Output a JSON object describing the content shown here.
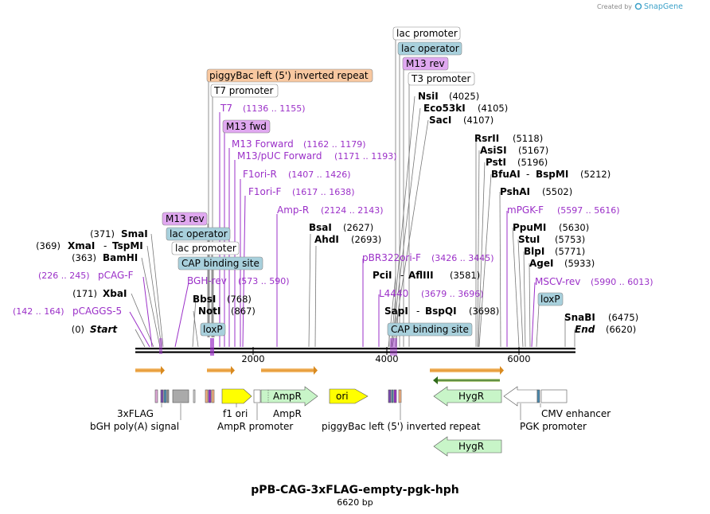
{
  "brand": {
    "created_by": "Created by",
    "name": "SnapGene"
  },
  "plasmid": {
    "name": "pPB-CAG-3xFLAG-empty-pgk-hph",
    "size": "6620 bp"
  },
  "scale": [
    "2000",
    "4000",
    "6000"
  ],
  "boxed_labels": {
    "left": {
      "piggybac": "piggyBac left (5') inverted repeat",
      "t7promoter": "T7 promoter",
      "m13fwd": "M13 fwd",
      "m13rev": "M13 rev",
      "lacop": "lac operator",
      "lacprom": "lac promoter",
      "cap": "CAP binding site",
      "loxp": "loxP"
    },
    "mid": {
      "lacprom": "lac promoter",
      "lacop": "lac operator",
      "m13rev": "M13 rev",
      "t3prom": "T3 promoter",
      "cap": "CAP binding site"
    },
    "right": {
      "loxp": "loxP"
    }
  },
  "primers": {
    "t7": {
      "name": "T7",
      "range": "(1136 .. 1155)"
    },
    "m13forward": {
      "name": "M13 Forward",
      "range": "(1162 .. 1179)"
    },
    "m13puc": {
      "name": "M13/pUC Forward",
      "range": "(1171 .. 1193)"
    },
    "f1orir": {
      "name": "F1ori-R",
      "range": "(1407 .. 1426)"
    },
    "f1orif": {
      "name": "F1ori-F",
      "range": "(1617 .. 1638)"
    },
    "ampr": {
      "name": "Amp-R",
      "range": "(2124 .. 2143)"
    },
    "pcagf": {
      "name": "pCAG-F",
      "range": "(226 .. 245)"
    },
    "bghrev": {
      "name": "BGH-rev",
      "range": "(573 .. 590)"
    },
    "pcaggs5": {
      "name": "pCAGGS-5",
      "range": "(142 .. 164)"
    },
    "pbr322": {
      "name": "pBR322ori-F",
      "range": "(3426 .. 3445)"
    },
    "l4440": {
      "name": "L4440",
      "range": "(3679 .. 3696)"
    },
    "mpgkf": {
      "name": "mPGK-F",
      "range": "(5597 .. 5616)"
    },
    "mscvrev": {
      "name": "MSCV-rev",
      "range": "(5990 .. 6013)"
    }
  },
  "enzymes": {
    "smai": {
      "name": "SmaI",
      "pos": "(371)"
    },
    "xmai": {
      "name": "XmaI",
      "name2": "TspMI",
      "pos": "(369)"
    },
    "bamhi": {
      "name": "BamHI",
      "pos": "(363)"
    },
    "xbai": {
      "name": "XbaI",
      "pos": "(171)"
    },
    "start": {
      "name": "Start",
      "pos": "(0)"
    },
    "bbsi": {
      "name": "BbsI",
      "pos": "(768)"
    },
    "noti": {
      "name": "NotI",
      "pos": "(867)"
    },
    "bsai": {
      "name": "BsaI",
      "pos": "(2627)"
    },
    "ahdi": {
      "name": "AhdI",
      "pos": "(2693)"
    },
    "nsii": {
      "name": "NsiI",
      "pos": "(4025)"
    },
    "eco53ki": {
      "name": "Eco53kI",
      "pos": "(4105)"
    },
    "saci": {
      "name": "SacI",
      "pos": "(4107)"
    },
    "pcii": {
      "name": "PciI",
      "name2": "AflIII",
      "pos": "(3581)"
    },
    "sapi": {
      "name": "SapI",
      "name2": "BspQI",
      "pos": "(3698)"
    },
    "rsrii": {
      "name": "RsrII",
      "pos": "(5118)"
    },
    "asisi": {
      "name": "AsiSI",
      "pos": "(5167)"
    },
    "psti": {
      "name": "PstI",
      "pos": "(5196)"
    },
    "bfuai": {
      "name": "BfuAI",
      "name2": "BspMI",
      "pos": "(5212)"
    },
    "pshai": {
      "name": "PshAI",
      "pos": "(5502)"
    },
    "ppumi": {
      "name": "PpuMI",
      "pos": "(5630)"
    },
    "stui": {
      "name": "StuI",
      "pos": "(5753)"
    },
    "blpi": {
      "name": "BlpI",
      "pos": "(5771)"
    },
    "agei": {
      "name": "AgeI",
      "pos": "(5933)"
    },
    "snabi": {
      "name": "SnaBI",
      "pos": "(6475)"
    },
    "end": {
      "name": "End",
      "pos": "(6620)"
    }
  },
  "features": {
    "f1ori": "f1 ori",
    "ampr": "AmpR",
    "ori": "ori",
    "hygr": "HygR",
    "hygr2": "HygR",
    "flag": "3xFLAG",
    "bgh": "bGH poly(A) signal",
    "amprprom": "AmpR promoter",
    "piggybac": "piggyBac left (5') inverted repeat",
    "pgk": "PGK promoter",
    "cmv": "CMV enhancer"
  },
  "colors": {
    "purple": "#9b30c8",
    "yellow": "#ffff00",
    "green": "#c8f5c8",
    "orange_box": "#f8c8a0",
    "blue_box": "#a8d0dc",
    "pink_box": "#e0a8f0"
  }
}
